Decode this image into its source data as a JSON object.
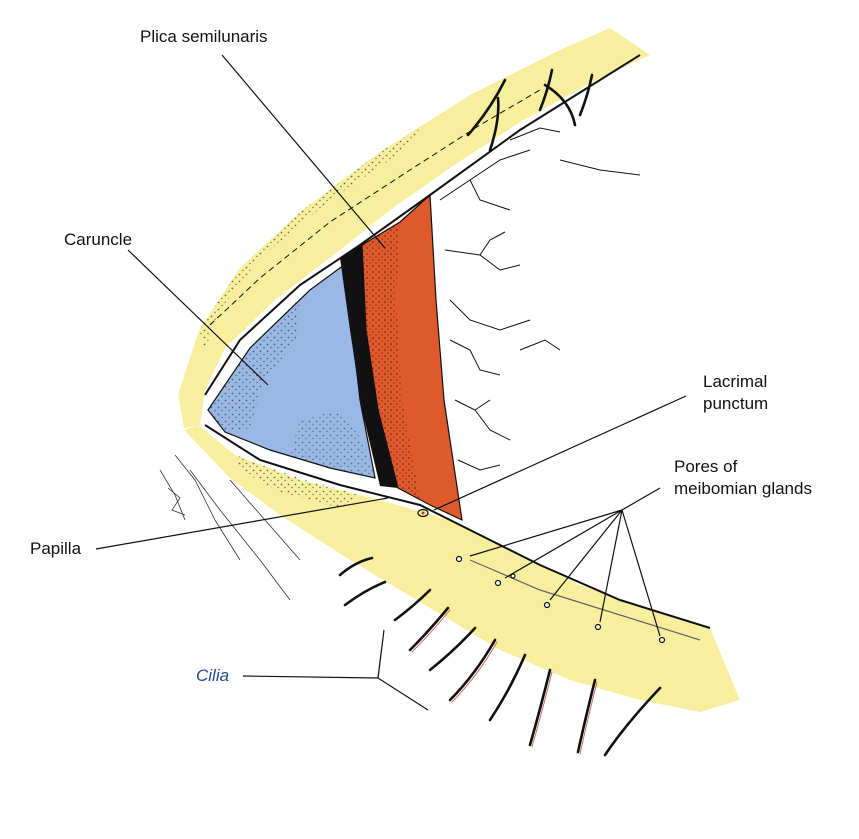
{
  "labels": {
    "plica_semilunaris": "Plica semilunaris",
    "caruncle": "Caruncle",
    "lacrimal_punctum_line1": "Lacrimal",
    "lacrimal_punctum_line2": "punctum",
    "pores_line1": "Pores of",
    "pores_line2": "meibomian glands",
    "papilla": "Papilla",
    "cilia": "Cilia"
  },
  "colors": {
    "lid_margin": "#f8ef9e",
    "caruncle": "#9ab8e6",
    "plica": "#de5a2c",
    "ink": "#111111",
    "cilia_label": "#1f4a8c"
  },
  "counts": {
    "upper_cilia": 5,
    "lower_cilia": 10,
    "meibomian_pores": 6
  }
}
